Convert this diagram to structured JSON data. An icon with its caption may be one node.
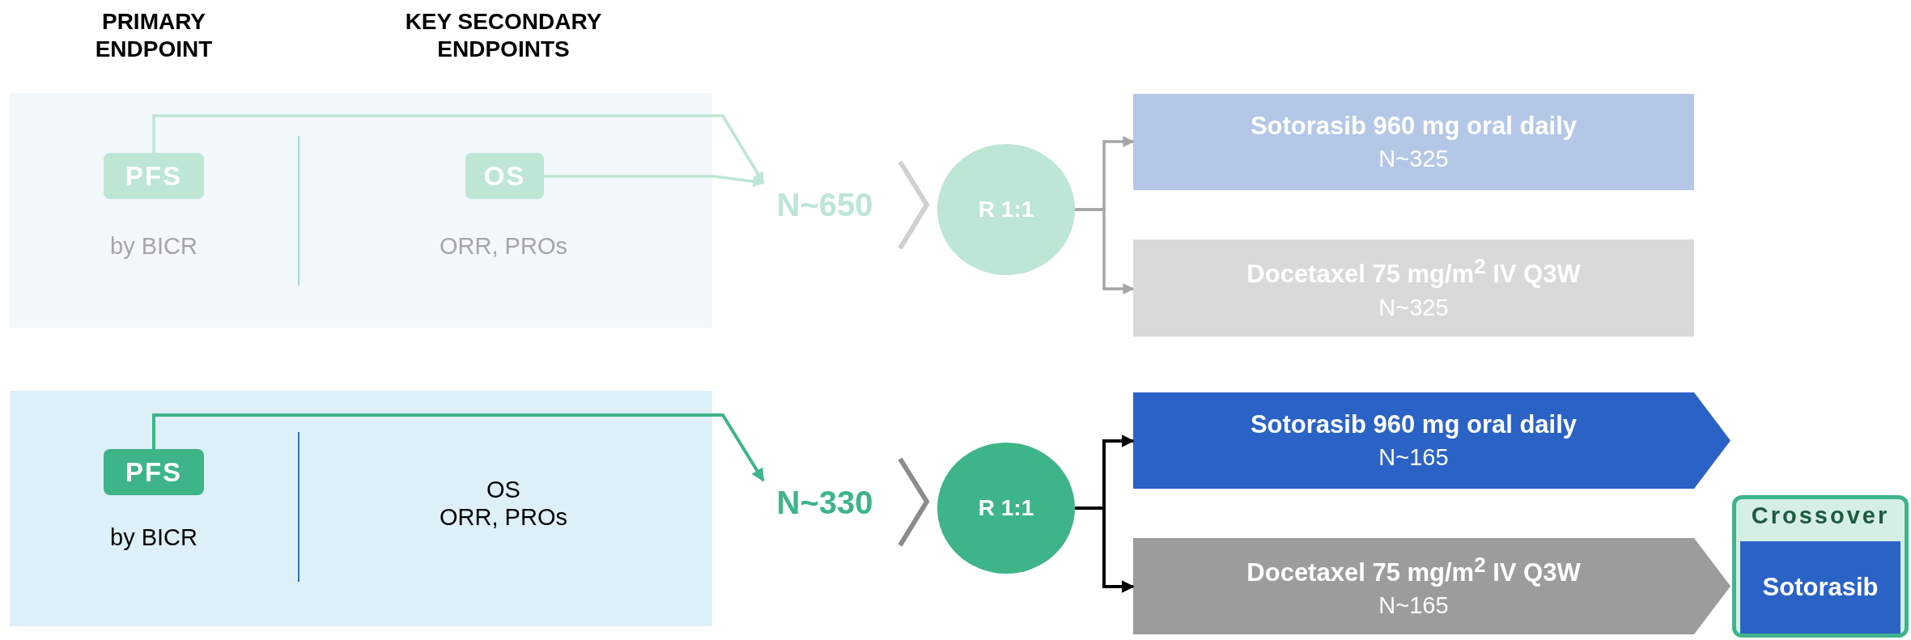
{
  "diagram": {
    "nodes": [
      {
        "text": [],
        "shape": "box"
      },
      {
        "text": [
          "PFS"
        ],
        "in": 0,
        "beside": [
          "by BICR"
        ]
      },
      {
        "text": [
          "OS"
        ],
        "in": 0,
        "beside": [
          "ORR, PROs"
        ]
      },
      {
        "text": [
          "N~650"
        ]
      },
      {
        "text": [
          "R 1:1"
        ]
      },
      {
        "text": [
          "Sotorasib 960 mg oral daily",
          "N~325"
        ]
      },
      {
        "text": [
          "Docetaxel 75 mg/m$^{2}$ IV Q3W",
          "N~325"
        ]
      },
      {
        "text": [],
        "shape": "box"
      },
      {
        "text": [
          "PFS"
        ],
        "in": 7,
        "beside": [
          "by BICR"
        ]
      },
      {
        "text": [
          "N~330"
        ]
      },
      {
        "text": [
          "R 1:1"
        ]
      },
      {
        "text": [
          "Sotorasib 960 mg oral daily",
          "N~165"
        ]
      },
      {
        "text": [
          "Docetaxel 75 mg/m$^{2}$ IV Q3W",
          "N~165"
        ]
      },
      {
        "text": [
          "Crossover"
        ]
      },
      {
        "text": [
          "Sotorasib"
        ],
        "in": 13
      }
    ],
    "edges": [
      {
        "from": 1,
        "to": 3,
        "arrow": "to",
        "color": "#bde6d4"
      },
      {
        "from": 2,
        "to": 3,
        "arrow": "to",
        "color": "#bde6d4"
      },
      {
        "from": 3,
        "to": 4,
        "arrow": "none",
        "color": "#d0d0d0"
      },
      {
        "from": 4,
        "to": 5,
        "arrow": "to",
        "color": "#a6a6a6"
      },
      {
        "from": 4,
        "to": 6,
        "arrow": "to",
        "color": "#a6a6a6"
      },
      {
        "from": 8,
        "to": 9,
        "arrow": "to",
        "color": "#3eb489"
      },
      {
        "from": 9,
        "to": 10,
        "arrow": "none",
        "color": "#8c8c8c"
      },
      {
        "from": 10,
        "to": 11,
        "arrow": "to",
        "color": "#000000"
      },
      {
        "from": 10,
        "to": 12,
        "arrow": "to",
        "color": "#000000"
      }
    ],
    "labels": [
      "PRIMARY ENDPOINT",
      "KEY SECONDARY ENDPOINTS",
      "OS",
      "ORR, PROs"
    ]
  }
}
